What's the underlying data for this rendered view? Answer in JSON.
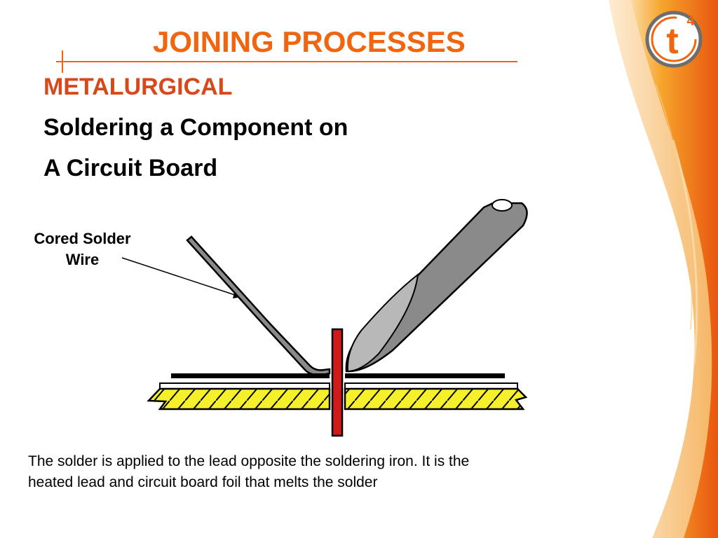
{
  "slide": {
    "title": "JOINING PROCESSES",
    "subtitle": "METALURGICAL",
    "heading_line1": "Soldering a Component on",
    "heading_line2": "A Circuit Board",
    "diagram_label_line1": "Cored Solder",
    "diagram_label_line2": "Wire",
    "caption_line1": "The solder is applied to the lead opposite the soldering iron.  It is the",
    "caption_line2": "heated lead and circuit board foil that melts the solder"
  },
  "logo": {
    "letter": "t",
    "superscript": "4"
  },
  "colors": {
    "title": "#f0650e",
    "subtitle": "#d9481b",
    "board_yellow": "#f6f02a",
    "lead_red": "#d21a1a",
    "iron_gray": "#8a8a8a",
    "decor_orange": "#f39a1e"
  }
}
